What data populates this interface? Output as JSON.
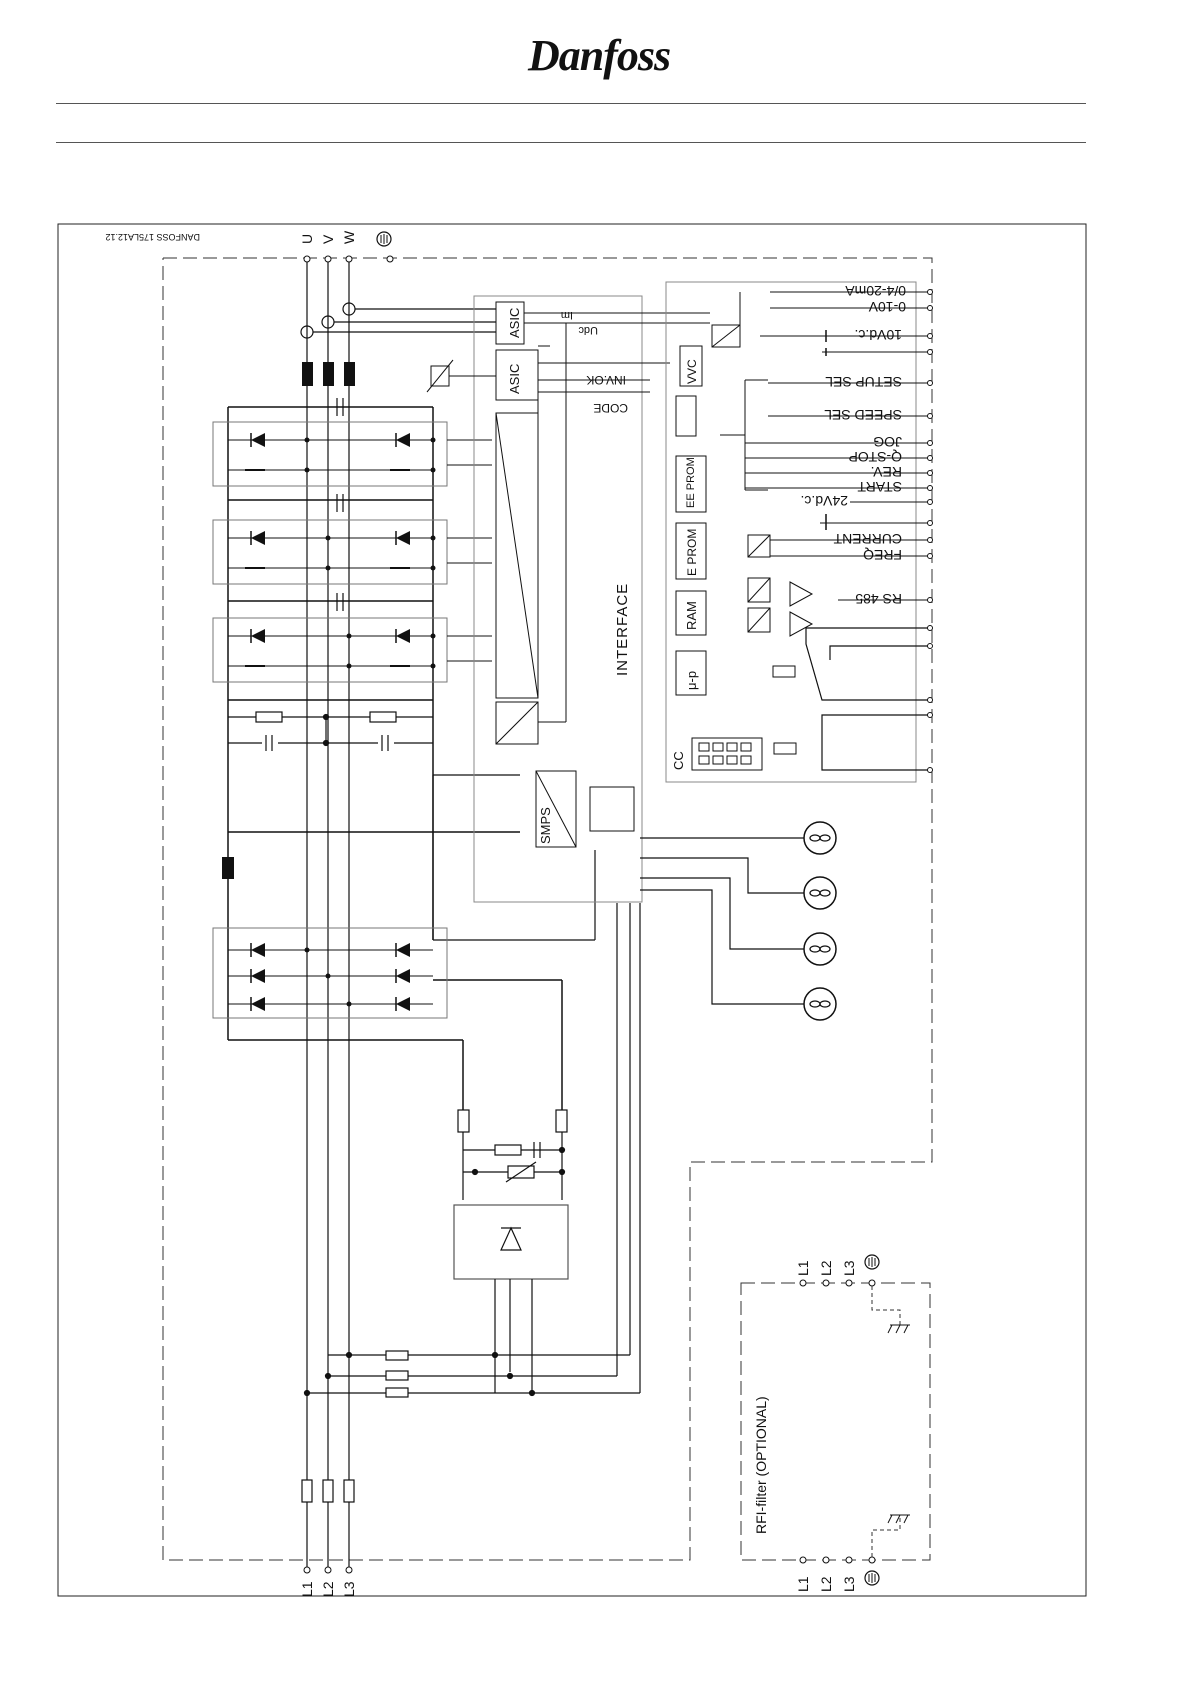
{
  "brand": {
    "logo_text": "Danfoss"
  },
  "diagram": {
    "ref_code": "DANFOSS 175LA12.12",
    "motor_terminals": [
      "U",
      "V",
      "W"
    ],
    "mains_terminals": [
      "L1",
      "L2",
      "L3"
    ],
    "asic_label": "ASIC",
    "control_card_label": "CC",
    "interface_label": "INTERFACE",
    "smps_label": "SMPS",
    "vvc_label": "VVC",
    "eeprom_label": "EE PROM",
    "eprom_label": "E PROM",
    "ram_label": "RAM",
    "cpu_label": "μ-p",
    "signals": {
      "udc": "Udc",
      "im": "Im",
      "inv_ok": "INV.OK",
      "code": "CODE"
    },
    "control_terminals": [
      "0/4-20mA",
      "0-10V",
      "10Vd.c.",
      "SETUP SEL",
      "SPEED SEL",
      "JOG",
      "Q-STOP",
      "REV.",
      "START",
      "24Vd.c.",
      "CURRENT",
      "FREQ",
      "RS 485"
    ],
    "rfi_filter_label": "RFI-filter (OPTIONAL)",
    "rfi_terminals_top": [
      "L1",
      "L2",
      "L3"
    ],
    "rfi_terminals_bottom": [
      "L1",
      "L2",
      "L3"
    ]
  }
}
